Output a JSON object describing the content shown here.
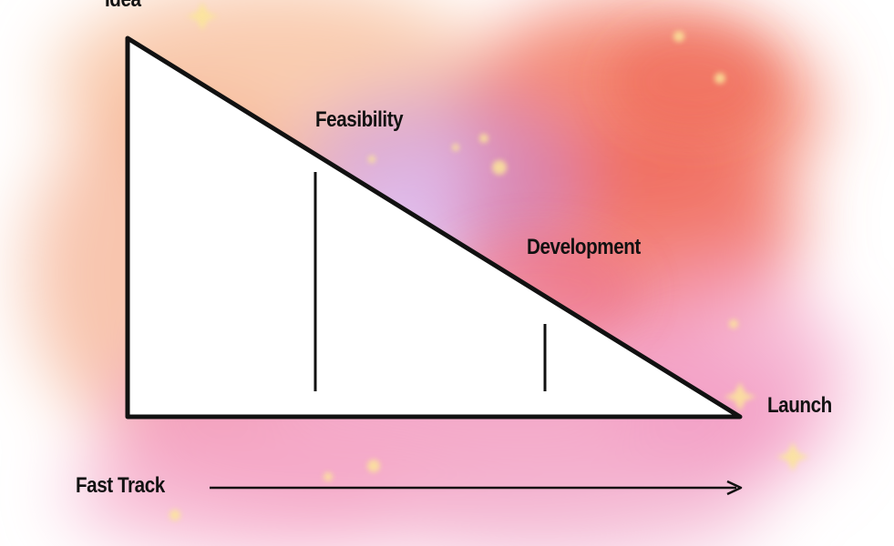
{
  "labels": {
    "idea": "Idea",
    "feasibility": "Feasibility",
    "development": "Development",
    "launch": "Launch",
    "fast_track": "Fast Track"
  },
  "colors": {
    "ink": "#111111",
    "triangle_fill": "#ffffff",
    "wash_peach": "#f7b595",
    "wash_coral": "#f06a5e",
    "wash_pink": "#f08db4",
    "wash_violet": "#c98fe0",
    "star": "#fbe59a"
  }
}
